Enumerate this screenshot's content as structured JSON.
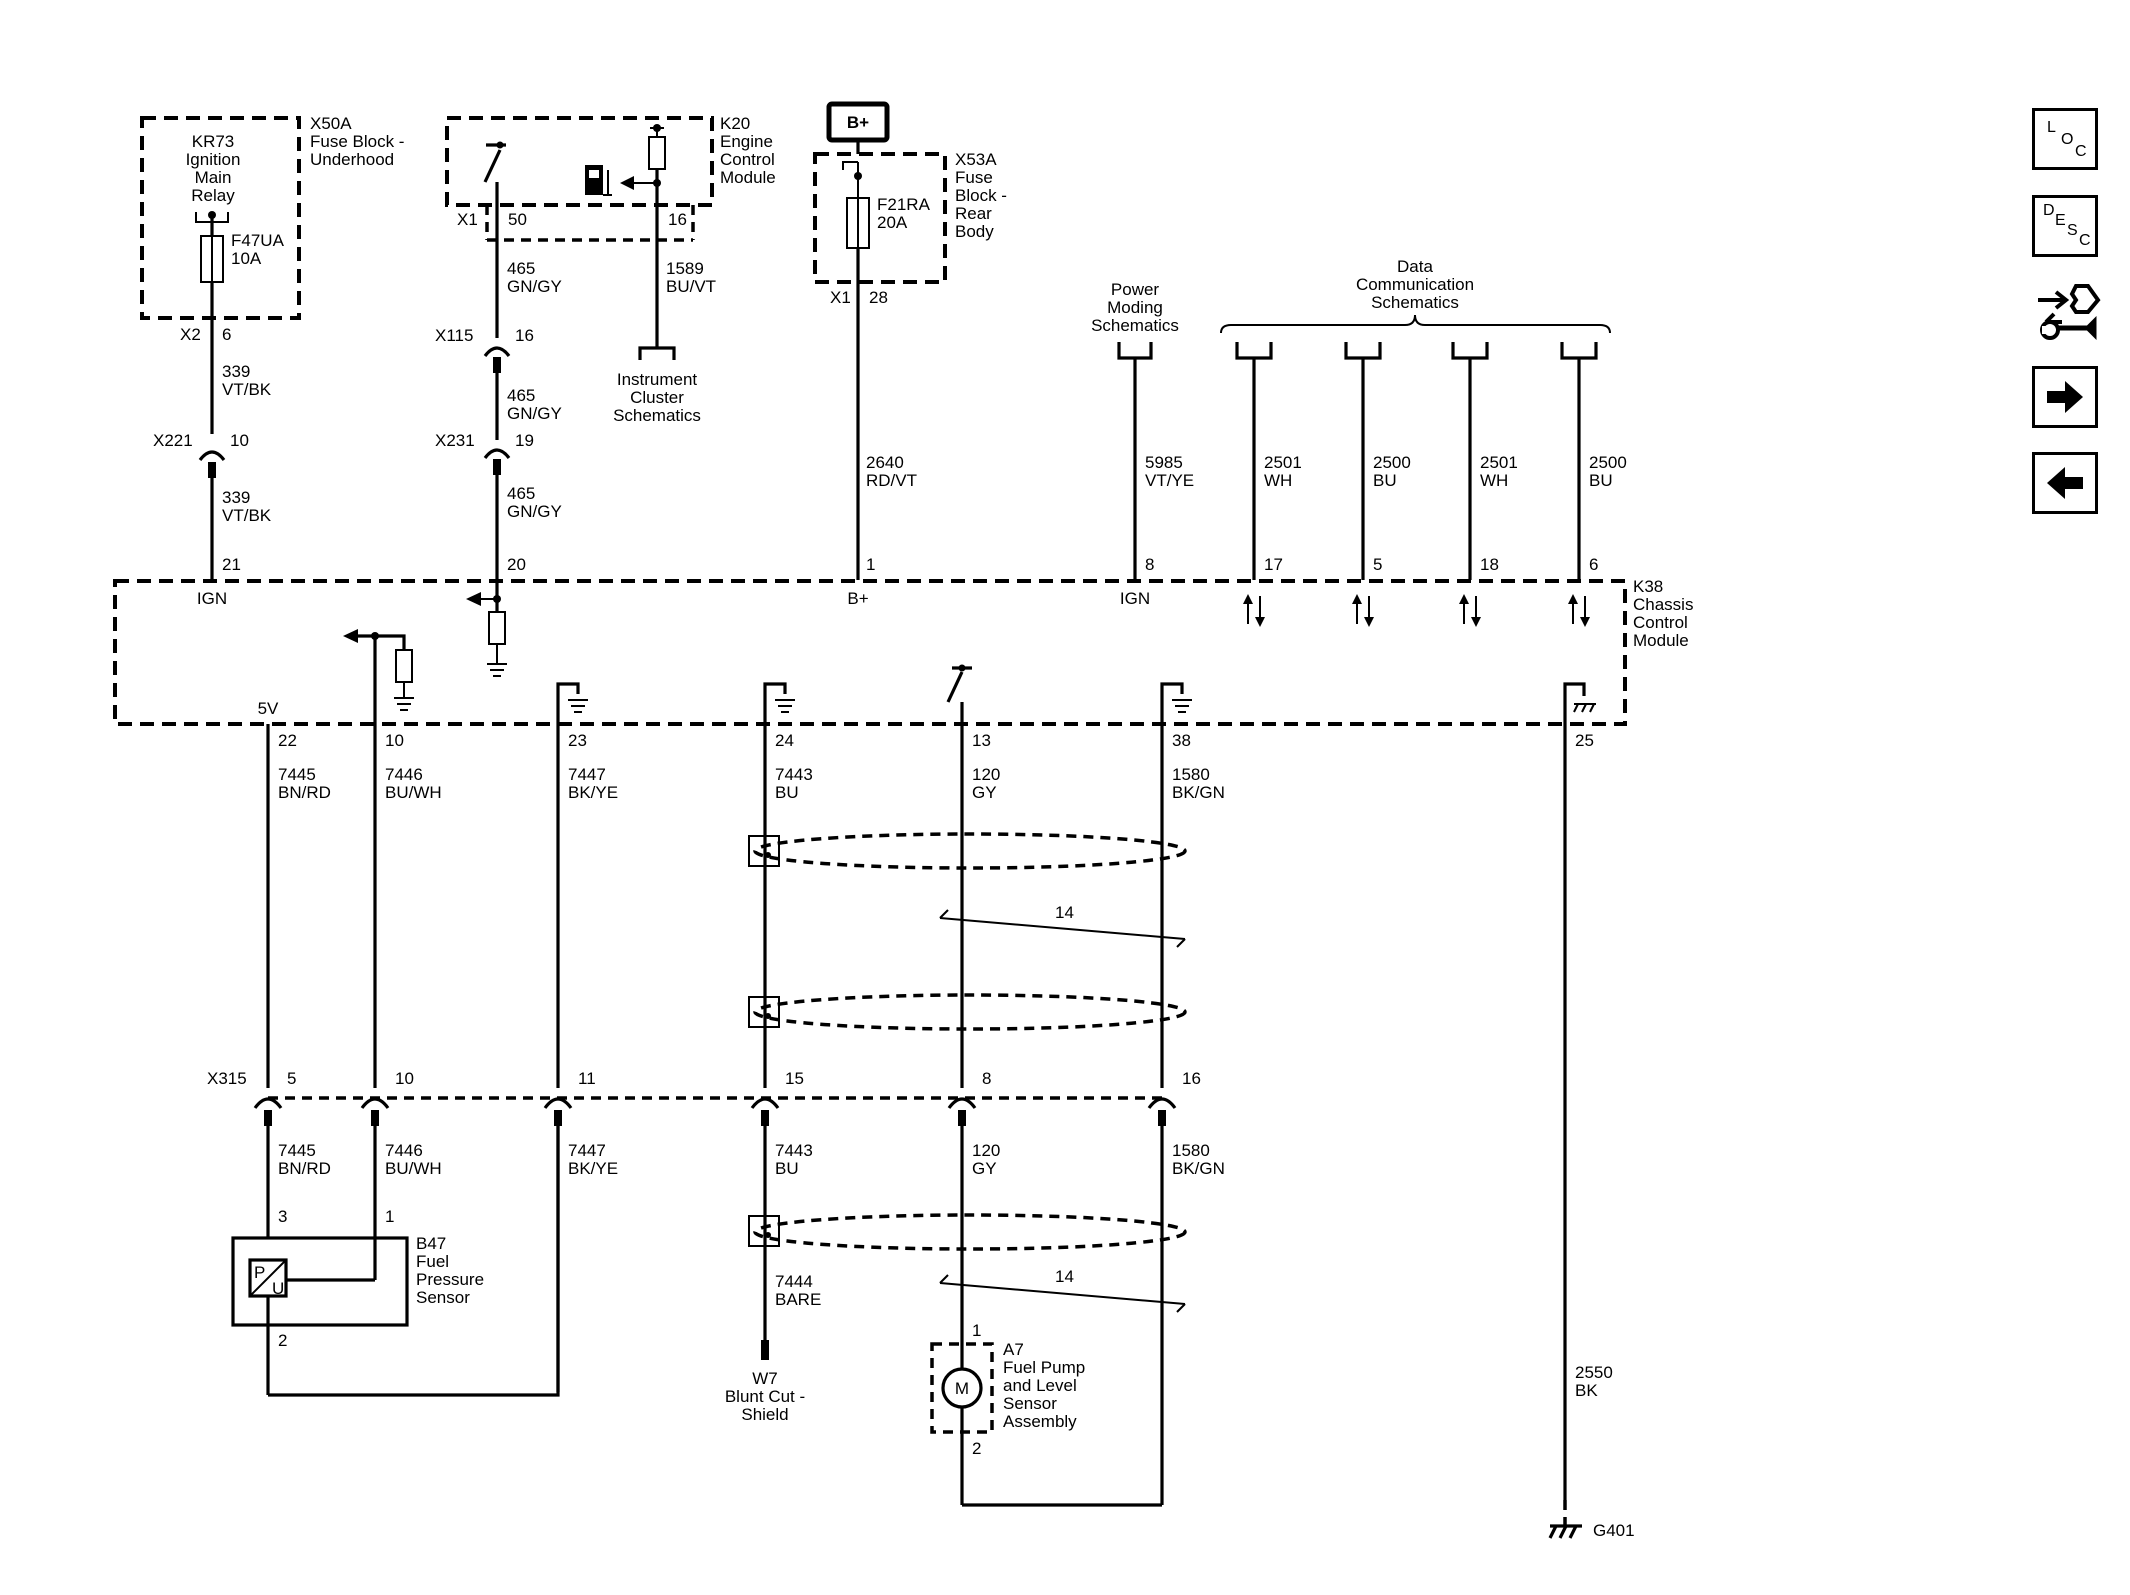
{
  "components": {
    "x50a": {
      "ref": "X50A",
      "name": [
        "Fuse Block -",
        "Underhood"
      ]
    },
    "kr73": {
      "lines": [
        "KR73",
        "Ignition",
        "Main",
        "Relay"
      ]
    },
    "f47ua": {
      "ref": "F47UA",
      "rating": "10A"
    },
    "k20": {
      "ref": "K20",
      "name": [
        "Engine",
        "Control",
        "Module"
      ]
    },
    "x53a": {
      "ref": "X53A",
      "name": [
        "Fuse",
        "Block -",
        "Rear",
        "Body"
      ]
    },
    "f21ra": {
      "ref": "F21RA",
      "rating": "20A"
    },
    "bplus_box": "B+",
    "k38": {
      "ref": "K38",
      "name": [
        "Chassis",
        "Control",
        "Module"
      ]
    },
    "b47": {
      "ref": "B47",
      "name": [
        "Fuel",
        "Pressure",
        "Sensor"
      ],
      "symbol_p": "P",
      "symbol_u": "U"
    },
    "a7": {
      "ref": "A7",
      "name": [
        "Fuel Pump",
        "and Level",
        "Sensor",
        "Assembly"
      ],
      "motor": "M"
    },
    "w7": {
      "lines": [
        "W7",
        "Blunt Cut -",
        "Shield"
      ]
    },
    "g401": "G401"
  },
  "references": {
    "instrument_cluster": [
      "Instrument",
      "Cluster",
      "Schematics"
    ],
    "power_moding": [
      "Power",
      "Moding",
      "Schematics"
    ],
    "data_comm": [
      "Data",
      "Communication",
      "Schematics"
    ]
  },
  "connectors": {
    "x2": "X2",
    "x1_k20": "X1",
    "x115": "X115",
    "x221": "X221",
    "x231": "X231",
    "x1_x53a": "X1",
    "x315": "X315"
  },
  "pins": {
    "x2_6": "6",
    "x221_10": "10",
    "k38_21": "21",
    "k20_50": "50",
    "k20_16": "16",
    "x115_16": "16",
    "x231_19": "19",
    "k38_20": "20",
    "x53a_28": "28",
    "k38_1": "1",
    "k38_8": "8",
    "k38_17": "17",
    "k38_5": "5",
    "k38_18": "18",
    "k38_6": "6",
    "k38_22": "22",
    "k38_10": "10",
    "k38_23": "23",
    "k38_24": "24",
    "k38_13": "13",
    "k38_38": "38",
    "k38_25": "25",
    "x315_5": "5",
    "x315_10": "10",
    "x315_11": "11",
    "x315_15": "15",
    "x315_8": "8",
    "x315_16": "16",
    "b47_3": "3",
    "b47_1": "1",
    "b47_2": "2",
    "a7_1": "1",
    "a7_2": "2"
  },
  "pin_labels": {
    "ign_21": "IGN",
    "bplus_1": "B+",
    "ign_8": "IGN",
    "v5_22": "5V"
  },
  "wires": {
    "w339a": [
      "339",
      "VT/BK"
    ],
    "w339b": [
      "339",
      "VT/BK"
    ],
    "w465a": [
      "465",
      "GN/GY"
    ],
    "w465b": [
      "465",
      "GN/GY"
    ],
    "w465c": [
      "465",
      "GN/GY"
    ],
    "w1589": [
      "1589",
      "BU/VT"
    ],
    "w2640": [
      "2640",
      "RD/VT"
    ],
    "w5985": [
      "5985",
      "VT/YE"
    ],
    "w2501a": [
      "2501",
      "WH"
    ],
    "w2500a": [
      "2500",
      "BU"
    ],
    "w2501b": [
      "2501",
      "WH"
    ],
    "w2500b": [
      "2500",
      "BU"
    ],
    "w7445a": [
      "7445",
      "BN/RD"
    ],
    "w7446a": [
      "7446",
      "BU/WH"
    ],
    "w7447a": [
      "7447",
      "BK/YE"
    ],
    "w7443a": [
      "7443",
      "BU"
    ],
    "w120a": [
      "120",
      "GY"
    ],
    "w1580a": [
      "1580",
      "BK/GN"
    ],
    "w7445b": [
      "7445",
      "BN/RD"
    ],
    "w7446b": [
      "7446",
      "BU/WH"
    ],
    "w7447b": [
      "7447",
      "BK/YE"
    ],
    "w7443b": [
      "7443",
      "BU"
    ],
    "w120b": [
      "120",
      "GY"
    ],
    "w1580b": [
      "1580",
      "BK/GN"
    ],
    "w7444": [
      "7444",
      "BARE"
    ],
    "w2550": [
      "2550",
      "BK"
    ]
  },
  "twist_label_1": "14",
  "twist_label_2": "14",
  "nav": {
    "loc": [
      "L",
      "O",
      "C"
    ],
    "desc": [
      "D",
      "E",
      "S",
      "C"
    ]
  }
}
